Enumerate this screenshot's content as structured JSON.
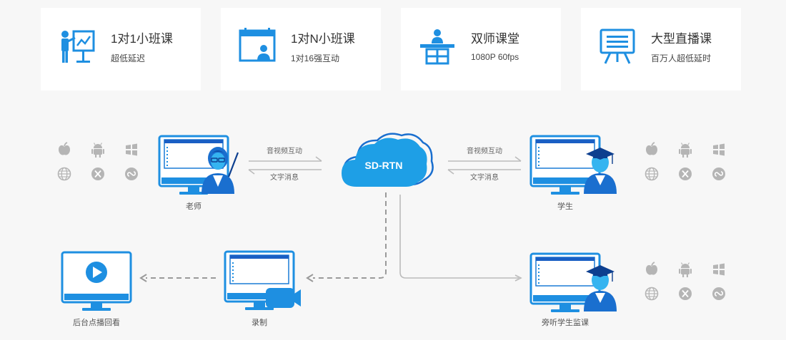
{
  "cards": [
    {
      "title": "1对1小班课",
      "subtitle": "超低延迟",
      "icon": "teacher-presentation-icon"
    },
    {
      "title": "1对N小班课",
      "subtitle": "1对16强互动",
      "icon": "online-class-window-icon"
    },
    {
      "title": "双师课堂",
      "subtitle": "1080P 60fps",
      "icon": "podium-lecturer-icon"
    },
    {
      "title": "大型直播课",
      "subtitle": "百万人超低延时",
      "icon": "large-screen-board-icon"
    }
  ],
  "diagram": {
    "cloud_label": "SD-RTN",
    "arrow_top_label": "音视频互动",
    "arrow_bottom_label": "文字消息",
    "teacher_label": "老师",
    "student_label": "学生",
    "recording_label": "录制",
    "playback_label": "后台点播回看",
    "audit_label": "旁听学生监课"
  },
  "colors": {
    "primary": "#1e8fe1",
    "primary_dark": "#0d5fc2",
    "platform_icon": "#b5b5b5",
    "arrow": "#bbbbbb",
    "dashed": "#9a9a9a"
  }
}
